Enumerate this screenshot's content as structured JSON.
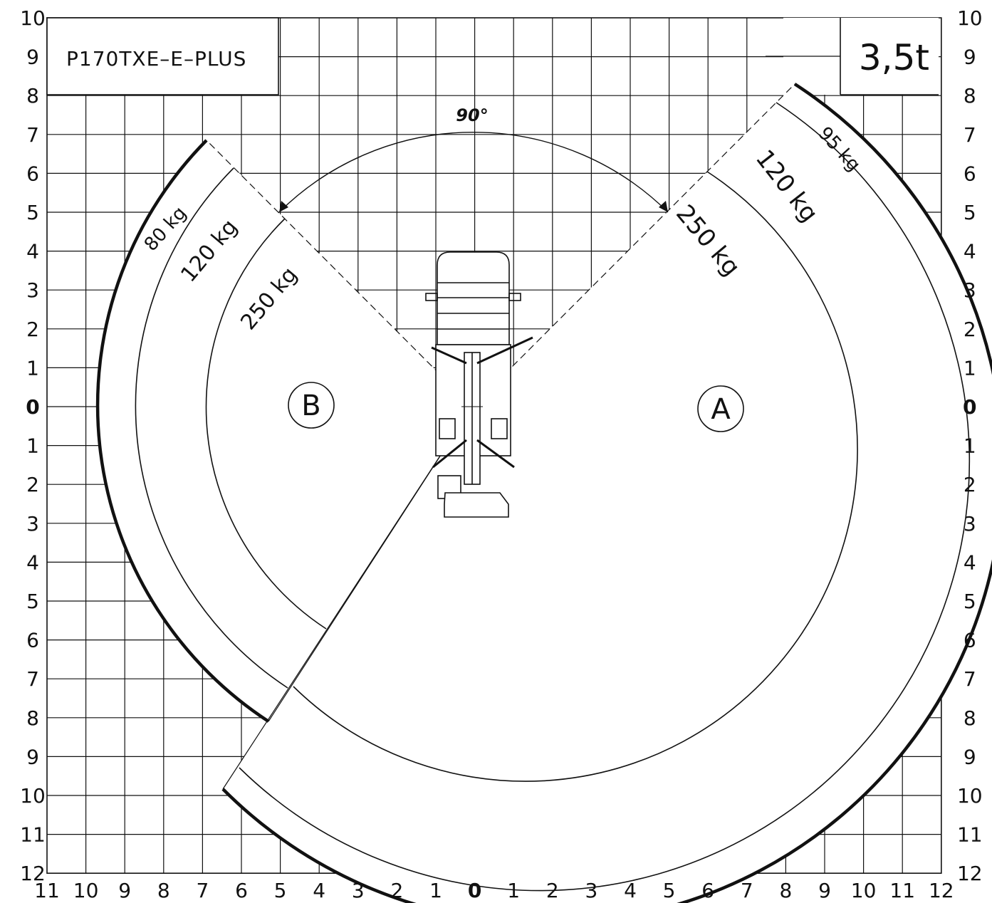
{
  "diagram": {
    "model": "P170TXE–E–PLUS",
    "capacity": "3,5t",
    "angle_label": "90°",
    "zones": {
      "a": "A",
      "b": "B"
    },
    "loads": {
      "a_inner": "250 kg",
      "a_middle": "120 kg",
      "a_outer": "95 kg",
      "b_inner": "250 kg",
      "b_middle": "120 kg",
      "b_outer": "80 kg"
    },
    "axis": {
      "x_ticks": [
        "11",
        "10",
        "9",
        "8",
        "7",
        "6",
        "5",
        "4",
        "3",
        "2",
        "1",
        "0",
        "1",
        "2",
        "3",
        "4",
        "5",
        "6",
        "7",
        "8",
        "9",
        "10",
        "11",
        "12"
      ],
      "y_ticks": [
        "10",
        "9",
        "8",
        "7",
        "6",
        "5",
        "4",
        "3",
        "2",
        "1",
        "0",
        "1",
        "2",
        "3",
        "4",
        "5",
        "6",
        "7",
        "8",
        "9",
        "10",
        "11",
        "12"
      ]
    },
    "colors": {
      "line": "#111111",
      "background": "#ffffff"
    }
  }
}
